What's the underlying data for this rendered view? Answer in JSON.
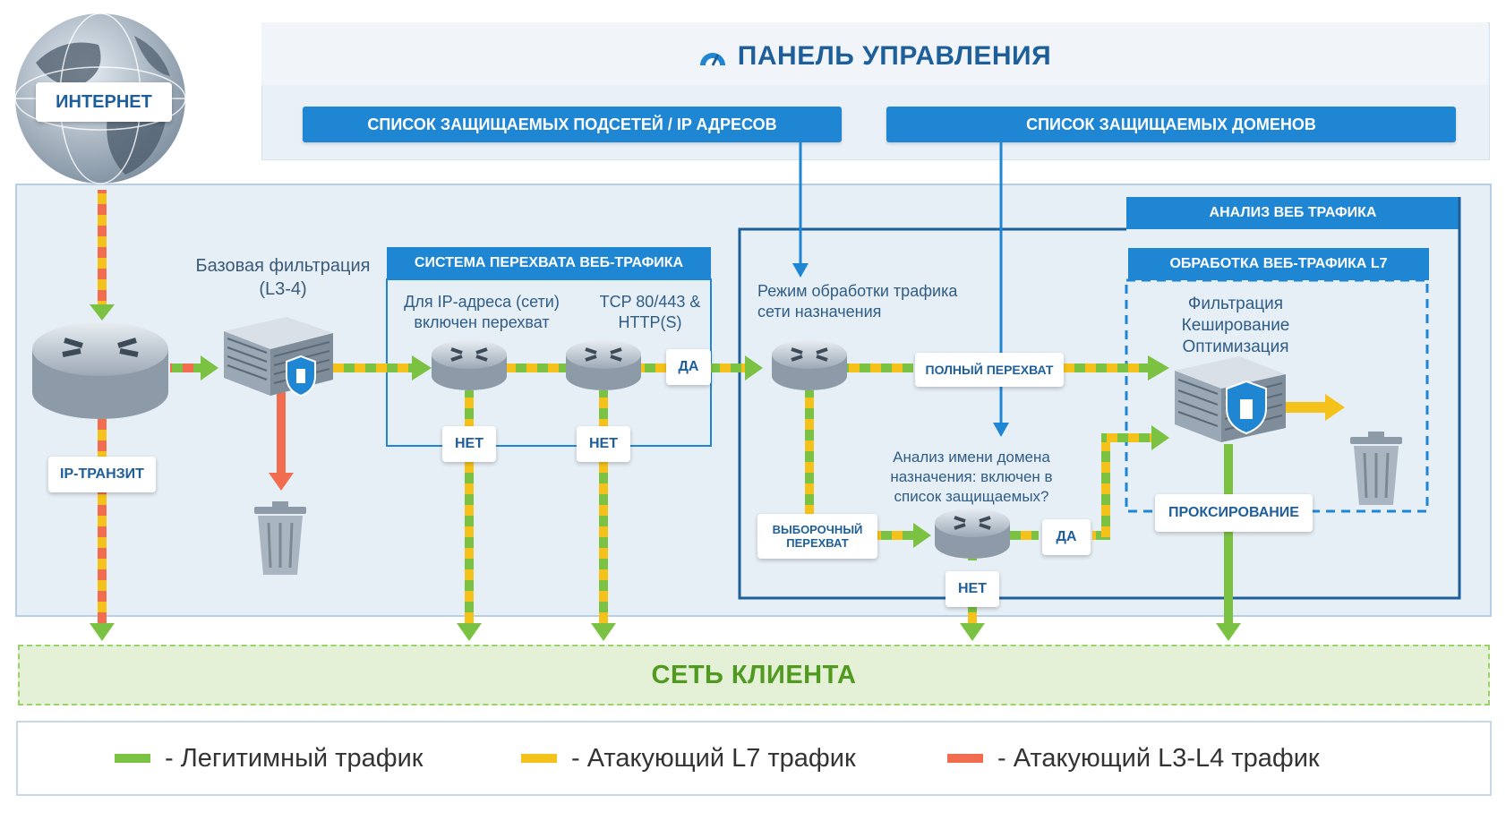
{
  "control_panel": {
    "title": "ПАНЕЛЬ УПРАВЛЕНИЯ",
    "subnets_list": "СПИСОК ЗАЩИЩАЕМЫХ ПОДСЕТЕЙ / IP АДРЕСОВ",
    "domains_list": "СПИСОК ЗАЩИЩАЕМЫХ ДОМЕНОВ"
  },
  "internet": {
    "label": "ИНТЕРНЕТ"
  },
  "ip_transit": {
    "label": "IP-ТРАНЗИТ"
  },
  "base_filter": {
    "label": "Базовая фильтрация (L3-4)"
  },
  "interception": {
    "header": "СИСТЕМА ПЕРЕХВАТА ВЕБ-ТРАФИКА",
    "cond1": "Для IP-адреса (сети) включен перехват",
    "cond2": "TCP 80/443 & HTTP(S)",
    "yes": "ДА",
    "no1": "НЕТ",
    "no2": "НЕТ"
  },
  "web_analysis": {
    "header": "АНАЛИЗ ВЕБ ТРАФИКА",
    "mode_text": "Режим обработки трафика сети назначения",
    "full_intercept": "ПОЛНЫЙ ПЕРЕХВАТ",
    "selective_intercept": "ВЫБОРОЧНЫЙ ПЕРЕХВАТ",
    "domain_check": "Анализ имени домена назначения: включен в список защищаемых?",
    "yes": "ДА",
    "no": "НЕТ"
  },
  "l7_processing": {
    "header": "ОБРАБОТКА ВЕБ-ТРАФИКА L7",
    "lines": [
      "Фильтрация",
      "Кеширование",
      "Оптимизация"
    ],
    "proxy": "ПРОКСИРОВАНИЕ"
  },
  "client_network": {
    "label": "СЕТЬ КЛИЕНТА"
  },
  "legend": [
    {
      "label": "- Легитимный трафик",
      "color": "#7cc242"
    },
    {
      "label": "- Атакующий L7 трафик",
      "color": "#f5c21b"
    },
    {
      "label": "- Атакующий L3-L4 трафик",
      "color": "#f26c4f"
    }
  ],
  "colors": {
    "accent_blue": "#1f86d4",
    "dark_blue": "#1f5f99",
    "legit": "#7cc242",
    "l7_attack": "#f5c21b",
    "l34_attack": "#f26c4f"
  }
}
